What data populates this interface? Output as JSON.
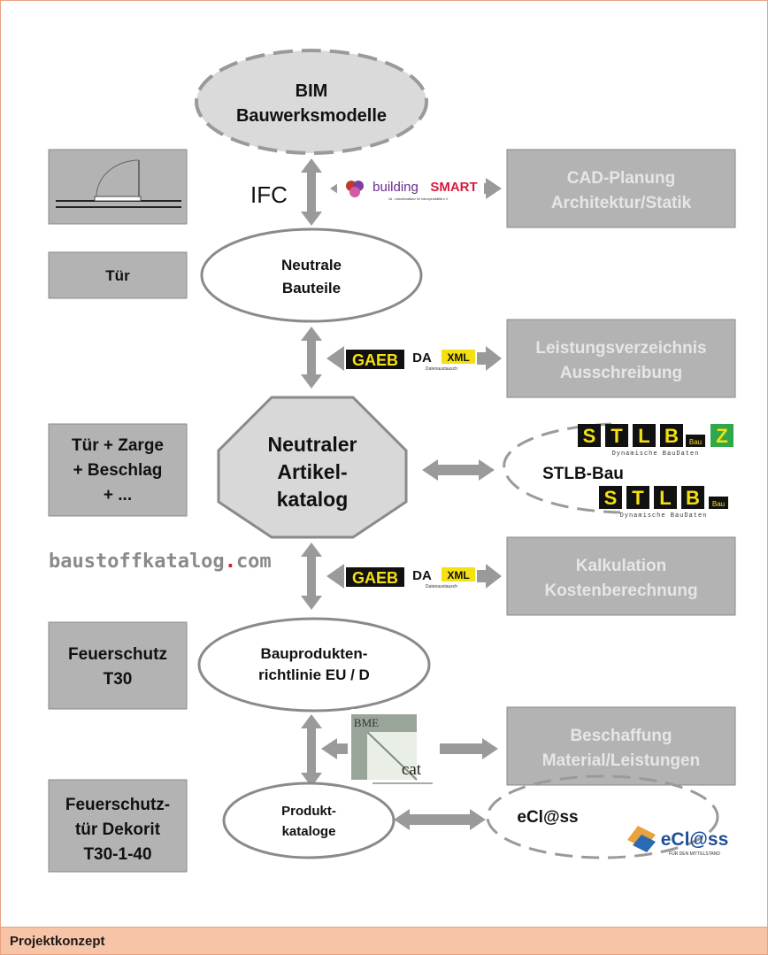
{
  "colors": {
    "grey_box": "#b3b3b3",
    "grey_box_text_light": "#e6e6e6",
    "arrow": "#9a9a9a",
    "ellipse_fill": "#ffffff",
    "ellipse_stroke": "#8a8a8a",
    "dashed_fill": "#dadada",
    "caption_bg": "#f8c4a8",
    "accent_red": "#e01b1b",
    "yellow": "#f5e012"
  },
  "center": {
    "bim": [
      "BIM",
      "Bauwerksmodelle"
    ],
    "neutrale_bauteile": [
      "Neutrale",
      "Bauteile"
    ],
    "artikelkatalog": [
      "Neutraler",
      "Artikel-",
      "katalog"
    ],
    "bauprodukten": [
      "Bauprodukten-",
      "richtlinie EU / D"
    ],
    "produktkataloge": [
      "Produkt-",
      "kataloge"
    ]
  },
  "left": {
    "tuer": "Tür",
    "tuer_zarge": [
      "Tür + Zarge",
      "+ Beschlag",
      "+ ..."
    ],
    "feuerschutz": [
      "Feuerschutz",
      "T30"
    ],
    "feuerschutztuer": [
      "Feuerschutz-",
      "tür Dekorit",
      "T30-1-40"
    ]
  },
  "right": {
    "cad": [
      "CAD-Planung",
      "Architektur/Statik"
    ],
    "lv": [
      "Leistungsverzeichnis",
      "Ausschreibung"
    ],
    "stlb": "STLB-Bau",
    "kalkulation": [
      "Kalkulation",
      "Kostenberechnung"
    ],
    "beschaffung": [
      "Beschaffung",
      "Material/Leistungen"
    ],
    "eclass": "eCl@ss"
  },
  "labels": {
    "ifc": "IFC",
    "baustoffkatalog_pre": "baustoffkatalog",
    "baustoffkatalog_dot": ".",
    "baustoffkatalog_post": "com"
  },
  "logos": {
    "buildingsmart_a": "building",
    "buildingsmart_b": "SMART",
    "buildingsmart_sub": "IAI - Industrieallianz für Interoperabilität e.V.",
    "gaeb": "GAEB",
    "gaeb_da": "DA",
    "gaeb_xml": "XML",
    "gaeb_sub": "Datenaustausch",
    "stlb_letters": [
      "S",
      "T",
      "L",
      "B"
    ],
    "stlb_bau": "Bau",
    "stlb_z": "Z",
    "stlb_sub": "Dynamische BauDaten",
    "bmecat_a": "BME",
    "bmecat_b": "cat",
    "eclass_logo": "eCl@ss",
    "eclass_sub": "FÜR DEN MITTELSTAND"
  },
  "caption": "Projektkonzept"
}
